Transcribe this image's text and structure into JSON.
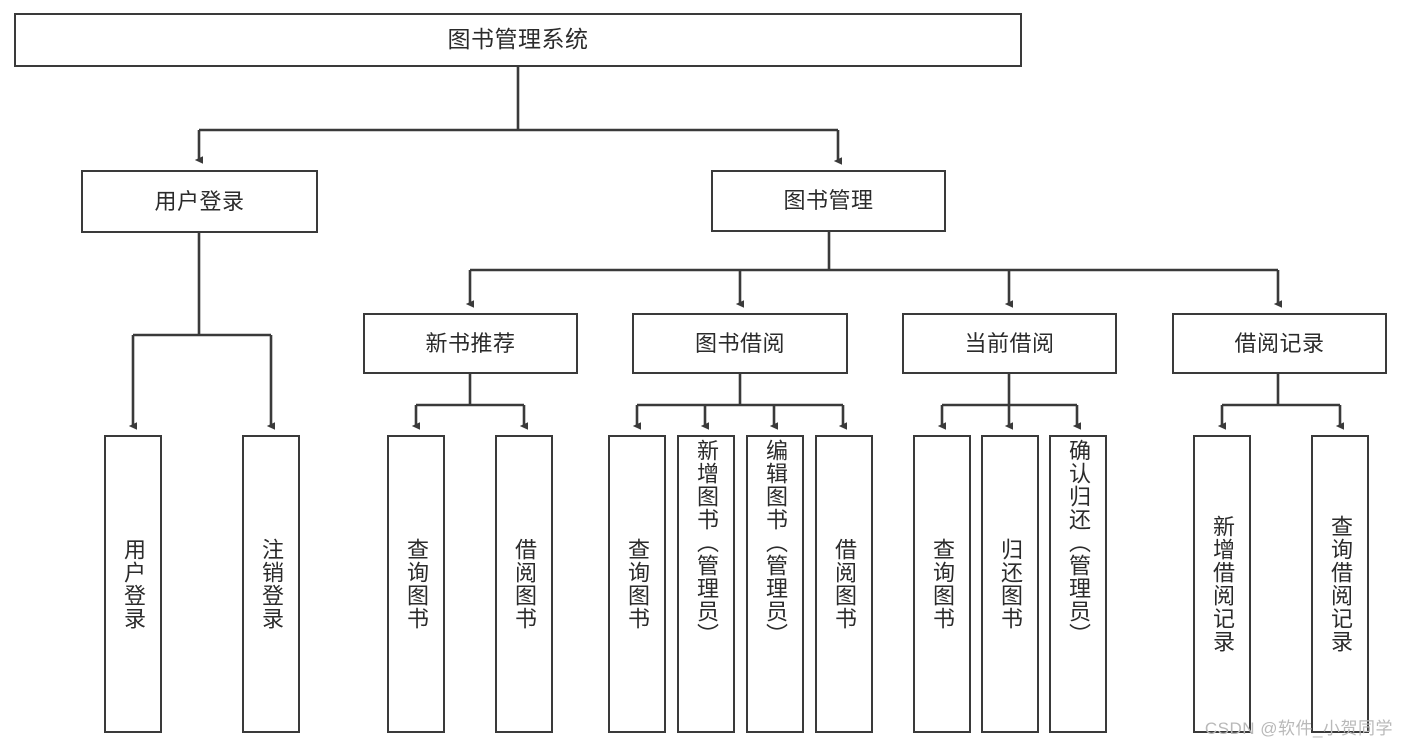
{
  "diagram": {
    "type": "tree",
    "title": "图书管理系统",
    "orientation": "top-down",
    "watermark": "CSDN @软件_小贺同学",
    "colors": {
      "background": "#ffffff",
      "box_border": "#3a3a3a",
      "box_fill": "#ffffff",
      "text": "#2b2b2b",
      "edge": "#3a3a3a",
      "watermark": "#b9b9b9"
    },
    "nodes": {
      "root": {
        "label": "图书管理系统"
      },
      "level1": [
        {
          "id": "user-login",
          "label": "用户登录"
        },
        {
          "id": "book-manage",
          "label": "图书管理"
        }
      ],
      "level2": [
        {
          "id": "new-book-recommend",
          "label": "新书推荐",
          "parent": "book-manage"
        },
        {
          "id": "book-borrow",
          "label": "图书借阅",
          "parent": "book-manage"
        },
        {
          "id": "current-borrow",
          "label": "当前借阅",
          "parent": "book-manage"
        },
        {
          "id": "borrow-record",
          "label": "借阅记录",
          "parent": "book-manage"
        }
      ],
      "leaves": [
        {
          "id": "leaf-user-login",
          "label": "用户登录",
          "parent": "user-login"
        },
        {
          "id": "leaf-logout",
          "label": "注销登录",
          "parent": "user-login"
        },
        {
          "id": "leaf-query-book-1",
          "label": "查询图书",
          "parent": "new-book-recommend"
        },
        {
          "id": "leaf-borrow-book-1",
          "label": "借阅图书",
          "parent": "new-book-recommend"
        },
        {
          "id": "leaf-query-book-2",
          "label": "查询图书",
          "parent": "book-borrow"
        },
        {
          "id": "leaf-add-book",
          "label": "新增图书（管理员）",
          "parent": "book-borrow"
        },
        {
          "id": "leaf-edit-book",
          "label": "编辑图书（管理员）",
          "parent": "book-borrow"
        },
        {
          "id": "leaf-borrow-book-2",
          "label": "借阅图书",
          "parent": "book-borrow"
        },
        {
          "id": "leaf-query-book-3",
          "label": "查询图书",
          "parent": "current-borrow"
        },
        {
          "id": "leaf-return-book",
          "label": "归还图书",
          "parent": "current-borrow"
        },
        {
          "id": "leaf-confirm-return",
          "label": "确认归还（管理员）",
          "parent": "current-borrow"
        },
        {
          "id": "leaf-add-record",
          "label": "新增借阅记录",
          "parent": "borrow-record"
        },
        {
          "id": "leaf-query-record",
          "label": "查询借阅记录",
          "parent": "borrow-record"
        }
      ]
    }
  }
}
